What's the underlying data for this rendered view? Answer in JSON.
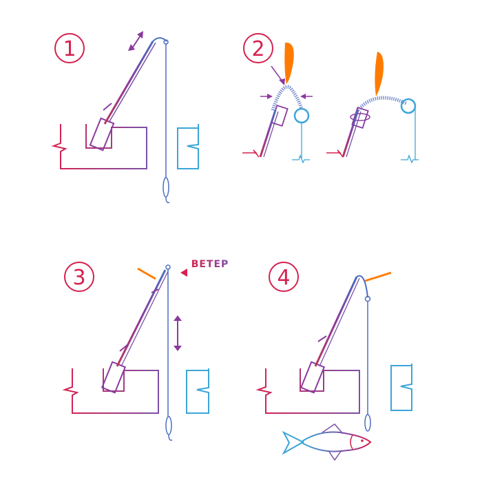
{
  "steps": [
    {
      "number": "1"
    },
    {
      "number": "2"
    },
    {
      "number": "3"
    },
    {
      "number": "4"
    }
  ],
  "wind_label": "ВЕТЕР",
  "colors": {
    "red": "#d6204e",
    "purple": "#8b3a9e",
    "blue": "#3aa6d8",
    "orange": "#ff7b00",
    "line": "#5b6fb5"
  }
}
